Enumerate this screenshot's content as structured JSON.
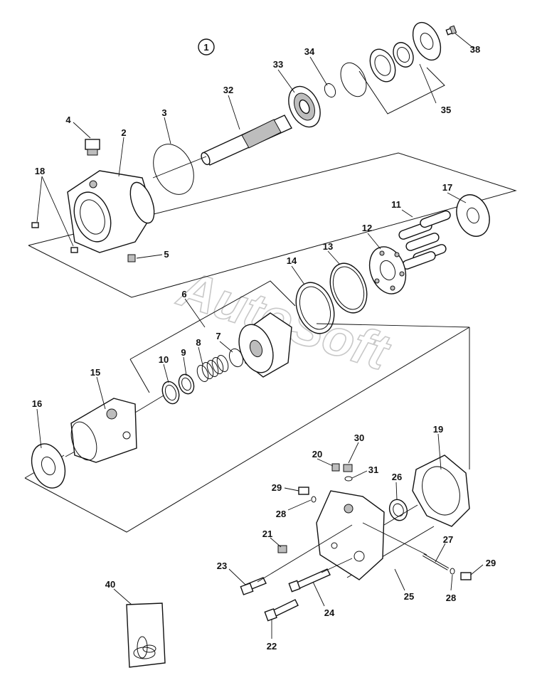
{
  "figure": {
    "circled_number": "1",
    "watermark": "AutoSoft"
  },
  "callouts": [
    {
      "id": "c1",
      "text": "2"
    },
    {
      "id": "c2",
      "text": "3"
    },
    {
      "id": "c3",
      "text": "4"
    },
    {
      "id": "c4",
      "text": "5"
    },
    {
      "id": "c5",
      "text": "6"
    },
    {
      "id": "c6",
      "text": "7"
    },
    {
      "id": "c7",
      "text": "8"
    },
    {
      "id": "c8",
      "text": "9"
    },
    {
      "id": "c9",
      "text": "10"
    },
    {
      "id": "c10",
      "text": "11"
    },
    {
      "id": "c11",
      "text": "12"
    },
    {
      "id": "c12",
      "text": "13"
    },
    {
      "id": "c13",
      "text": "14"
    },
    {
      "id": "c14",
      "text": "15"
    },
    {
      "id": "c15",
      "text": "16"
    },
    {
      "id": "c16",
      "text": "17"
    },
    {
      "id": "c17",
      "text": "18"
    },
    {
      "id": "c18",
      "text": "19"
    },
    {
      "id": "c19",
      "text": "20"
    },
    {
      "id": "c20",
      "text": "21"
    },
    {
      "id": "c21",
      "text": "22"
    },
    {
      "id": "c22",
      "text": "23"
    },
    {
      "id": "c23",
      "text": "24"
    },
    {
      "id": "c24",
      "text": "25"
    },
    {
      "id": "c25",
      "text": "26"
    },
    {
      "id": "c26",
      "text": "27"
    },
    {
      "id": "c27",
      "text": "28"
    },
    {
      "id": "c28",
      "text": "28"
    },
    {
      "id": "c29",
      "text": "29"
    },
    {
      "id": "c30",
      "text": "29"
    },
    {
      "id": "c31",
      "text": "30"
    },
    {
      "id": "c32",
      "text": "31"
    },
    {
      "id": "c33",
      "text": "32"
    },
    {
      "id": "c34",
      "text": "33"
    },
    {
      "id": "c35",
      "text": "34"
    },
    {
      "id": "c36",
      "text": "35"
    },
    {
      "id": "c37",
      "text": "38"
    },
    {
      "id": "c38",
      "text": "40"
    }
  ]
}
